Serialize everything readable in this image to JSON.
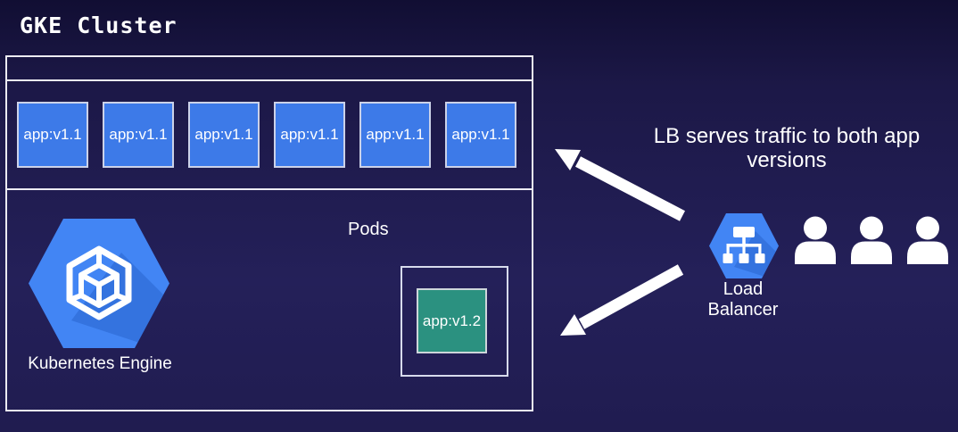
{
  "title": "GKE Cluster",
  "cluster": {
    "pods_v1": [
      "app:v1.1",
      "app:v1.1",
      "app:v1.1",
      "app:v1.1",
      "app:v1.1",
      "app:v1.1"
    ],
    "section_label": "Pods",
    "engine_label": "Kubernetes Engine",
    "pod_v2": "app:v1.2"
  },
  "annotation": {
    "line1": "LB serves traffic to both app",
    "line2": "versions"
  },
  "load_balancer": {
    "line1": "Load",
    "line2": "Balancer"
  },
  "users": {
    "count": 3
  },
  "icons": {
    "gke": "kubernetes-engine-icon",
    "load_balancer": "load-balancer-icon",
    "user": "user-icon",
    "arrow_to_v1": "arrow-up-left-icon",
    "arrow_to_v2": "arrow-down-left-icon"
  },
  "colors": {
    "background": "#1e1a4e",
    "pod_v1_blue": "#3d7ae8",
    "pod_v2_teal": "#2b9180",
    "gcp_blue": "#4285f4",
    "outline": "#ecebf2",
    "arrow": "#ffffff",
    "text": "#ffffff"
  }
}
